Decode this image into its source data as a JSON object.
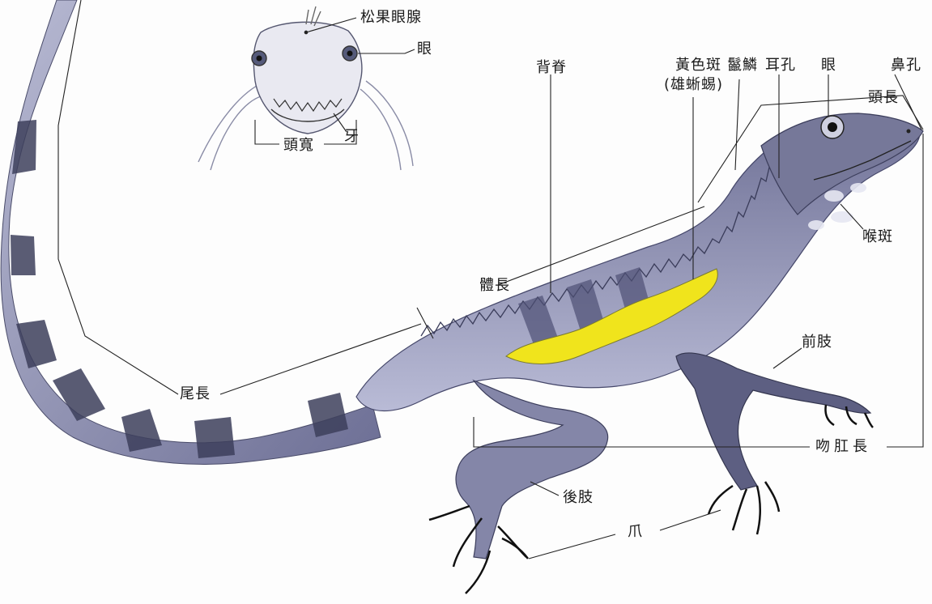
{
  "labels": {
    "pineal": "松果眼腺",
    "eye_front": "眼",
    "teeth": "牙",
    "head_width": "頭寬",
    "spine": "背脊",
    "yellow_spot": "黃色斑",
    "yellow_spot_note": "(雄蜥蜴)",
    "crest_scales": "鬣鱗",
    "ear_hole": "耳孔",
    "eye": "眼",
    "nostril": "鼻孔",
    "head_length": "頭長",
    "throat_spot": "喉斑",
    "body_length": "體長",
    "forelimb": "前肢",
    "tail_length": "尾長",
    "snout_vent_length": "吻肛長",
    "hindlimb": "後肢",
    "claw": "爪"
  },
  "colors": {
    "body": "#7d7fa4",
    "tail_band": "#3d3f5c",
    "yellow_patch": "#f0e41c",
    "line": "#222222"
  }
}
